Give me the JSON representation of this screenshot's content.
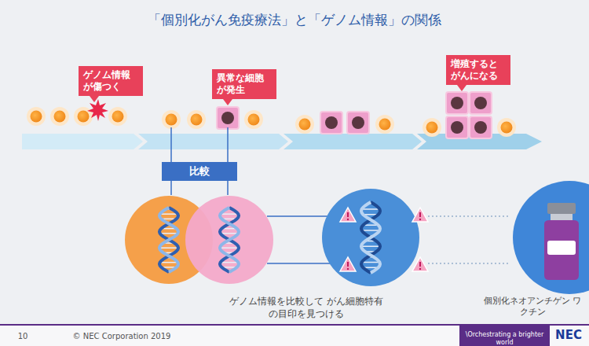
{
  "diagram": {
    "title": "「個別化がん免疫療法」と「ゲノム情報」の関係",
    "nodes": [
      {
        "text": [
          "ゲノム情報が傷つく"
        ]
      },
      {
        "text": [
          "異常な細胞が発生"
        ]
      },
      {
        "text": [
          "増殖するとがんになる"
        ]
      },
      {
        "text": [
          "比較"
        ]
      }
    ],
    "labels": [
      "ゲノム情報を比較して がん細胞特有の目印を見つける",
      "個別化ネオアンチゲン ワクチン",
      "10",
      "© NEC Corporation 2019",
      "\\Orchestrating a brighter world",
      "NEC"
    ]
  }
}
